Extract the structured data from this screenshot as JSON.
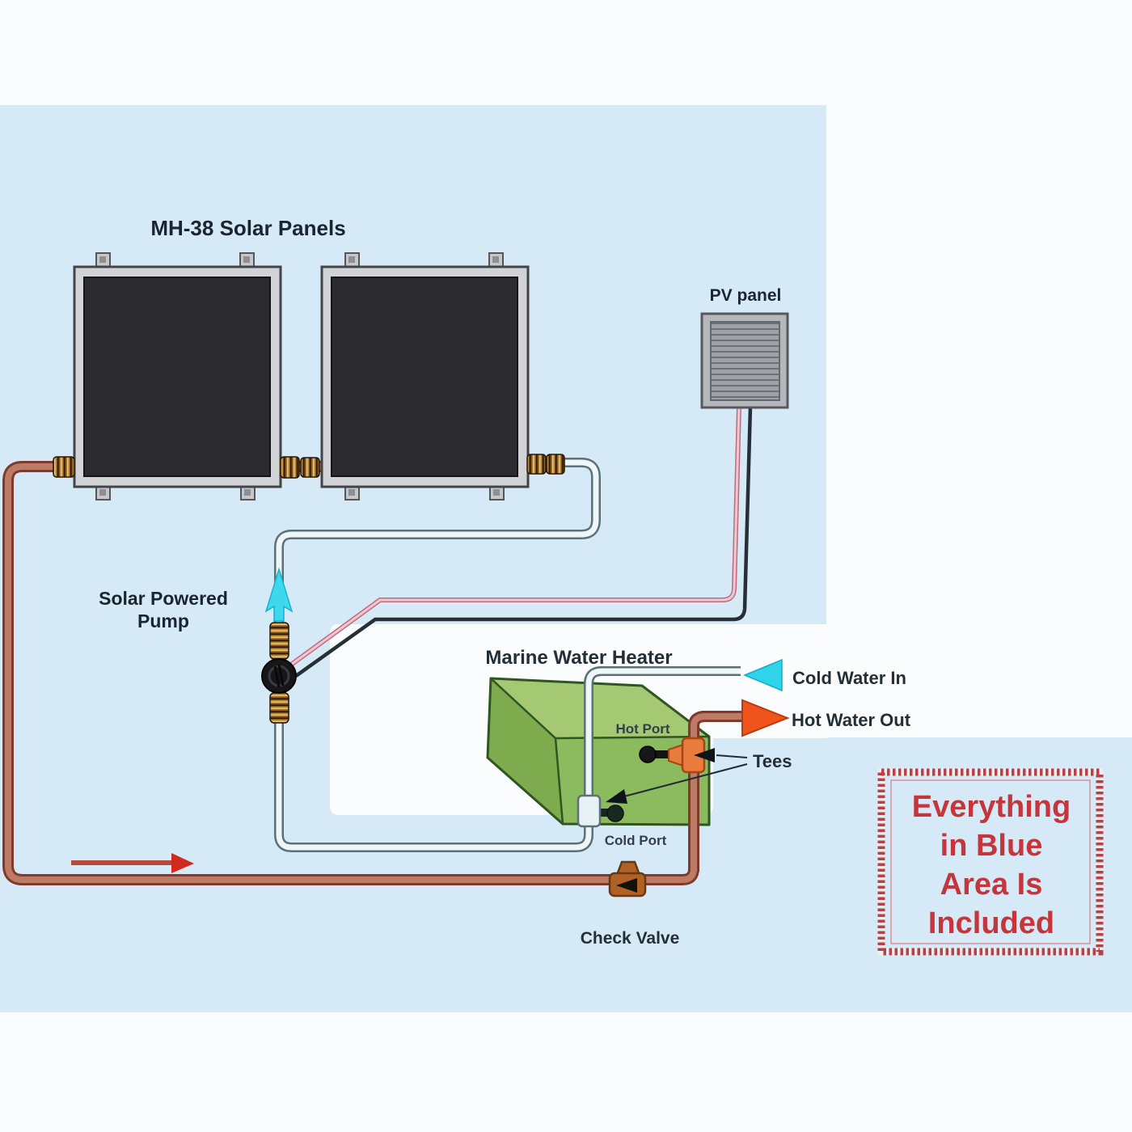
{
  "diagram": {
    "panel_title": "MH-38 Solar Panels",
    "pv_panel_label": "PV panel",
    "pump_label_line1": "Solar Powered",
    "pump_label_line2": "Pump",
    "heater_label": "Marine Water Heater",
    "cold_water_label": "Cold Water In",
    "hot_water_label": "Hot Water Out",
    "tees_label": "Tees",
    "hot_port_label": "Hot Port",
    "cold_port_label": "Cold Port",
    "check_valve_label": "Check Valve",
    "callout": {
      "line1": "Everything",
      "line2": "in Blue",
      "line3": "Area Is",
      "line4": "Included"
    },
    "colors": {
      "blue_included_area": "#d6e9f6",
      "callout_text_red": "#c5353c",
      "callout_border_red": "#b2434b",
      "hot_pipe_copper": "#b5735c",
      "cold_pipe_white": "#eff6f8",
      "heater_green_front": "#8cba5e",
      "heater_green_top": "#a5c873",
      "heater_green_side": "#7dab4d",
      "solar_panel_black": "#2c2c2f",
      "cyan_arrow": "#3ed8ee",
      "orange_arrow": "#f1531c",
      "flow_arrow_red": "#cf2b1d",
      "brass_fitting": "#c08a3a",
      "pv_wire_pink": "#f2c6d0",
      "pv_wire_black": "#262f36"
    }
  }
}
